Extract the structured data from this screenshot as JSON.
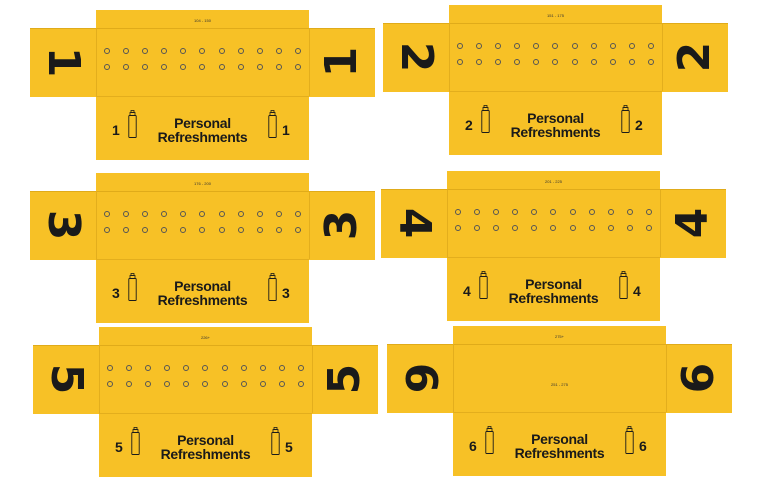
{
  "cards": [
    {
      "number": "1",
      "range": "104 - 150",
      "label_line1": "Personal",
      "label_line2": "Refreshments"
    },
    {
      "number": "2",
      "range": "151 - 175",
      "label_line1": "Personal",
      "label_line2": "Refreshments"
    },
    {
      "number": "3",
      "range": "176 - 200",
      "label_line1": "Personal",
      "label_line2": "Refreshments"
    },
    {
      "number": "4",
      "range": "201 - 225",
      "label_line1": "Personal",
      "label_line2": "Refreshments"
    },
    {
      "number": "5",
      "range": "226+",
      "label_line1": "Personal",
      "label_line2": "Refreshments"
    },
    {
      "number": "6",
      "range": "275+",
      "sub_range": "251 - 275",
      "label_line1": "Personal",
      "label_line2": "Refreshments"
    }
  ],
  "colors": {
    "card_yellow": "#f7c126",
    "text": "#1a1a1a"
  }
}
